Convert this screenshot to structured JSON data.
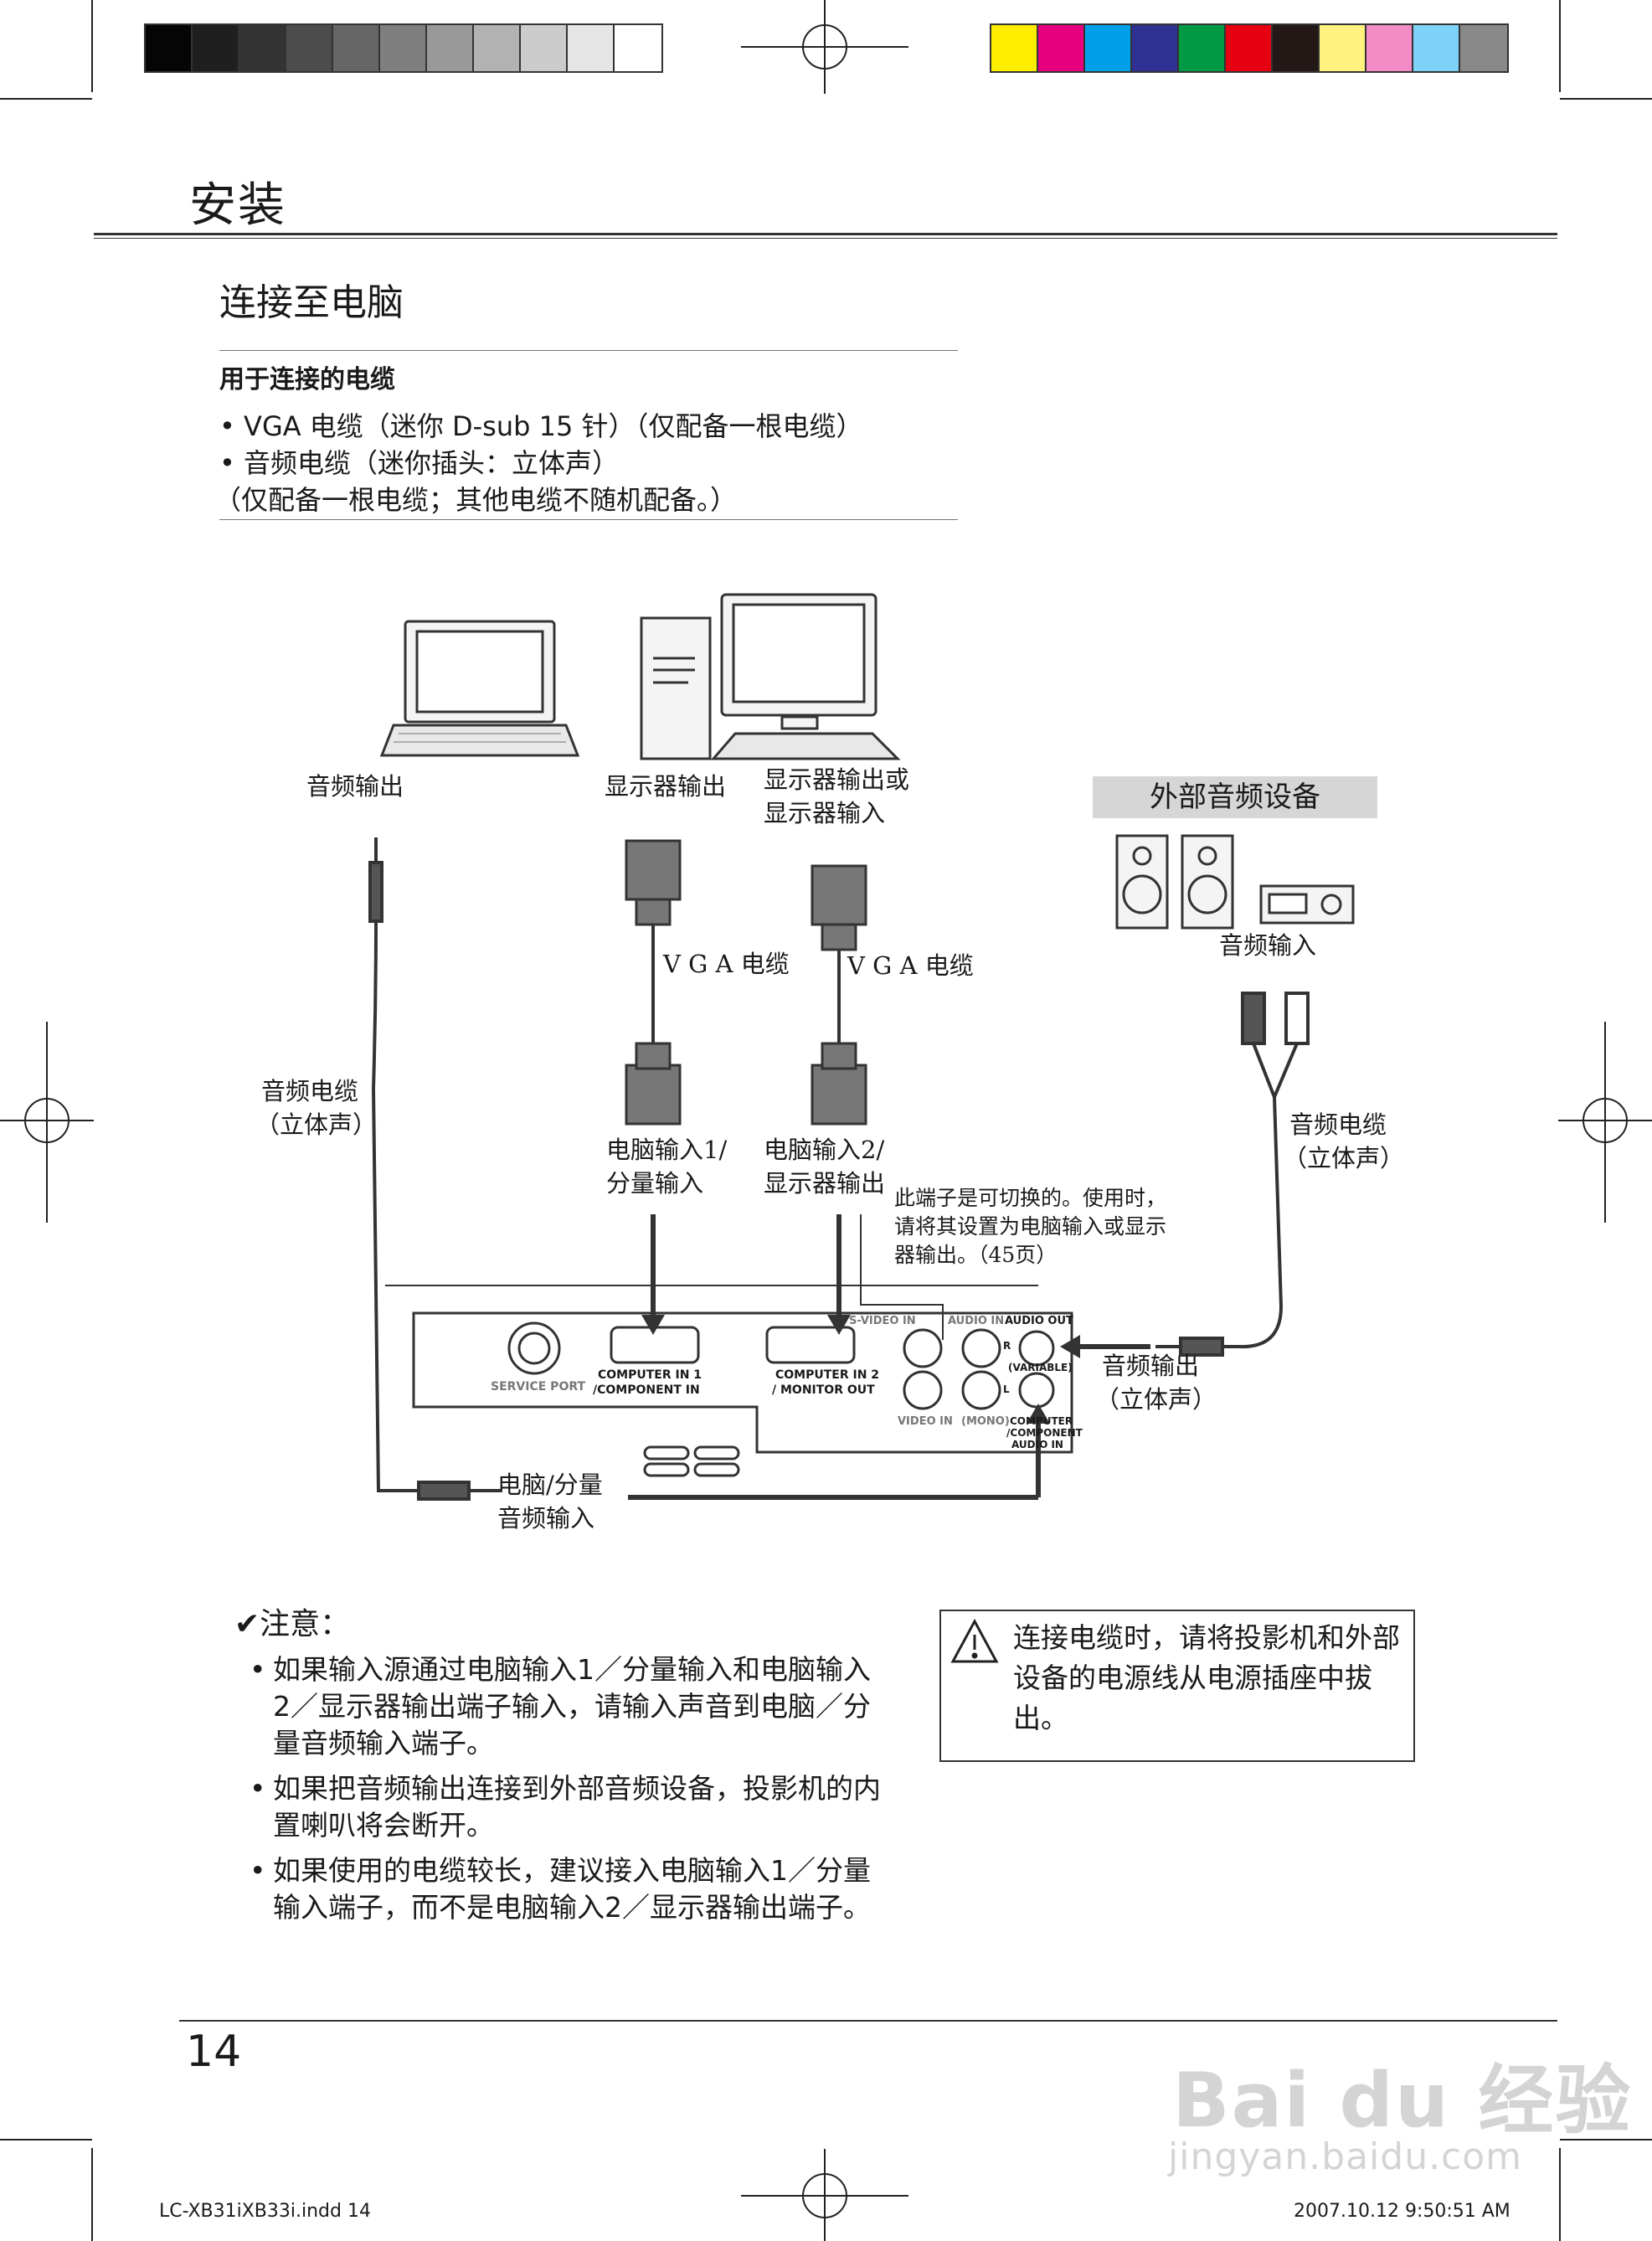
{
  "colors": {
    "grays": [
      "#050505",
      "#1f1f1f",
      "#333333",
      "#4c4c4c",
      "#666666",
      "#7f7f7f",
      "#999999",
      "#b2b2b2",
      "#cccccc",
      "#e6e6e6",
      "#ffffff"
    ],
    "process": [
      "#ffed00",
      "#e6007e",
      "#00a0e9",
      "#2e3192",
      "#009944",
      "#e60012",
      "#231815",
      "#fff27f",
      "#f38bc6",
      "#7fd2f7",
      "#898989"
    ],
    "label_bg": "#d6d6d6"
  },
  "header": {
    "section": "安装"
  },
  "page": {
    "subtitle": "连接至电脑",
    "number": "14"
  },
  "cables": {
    "heading": "用于连接的电缆",
    "line1": "• VGA 电缆（迷你 D-sub 15 针）（仅配备一根电缆）",
    "line2": "• 音频电缆（迷你插头：立体声）",
    "line3": "（仅配备一根电缆；其他电缆不随机配备。）"
  },
  "diagram": {
    "audio_out_pc": "音频输出",
    "monitor_out": "显示器输出",
    "monitor_out_in_1": "显示器输出或",
    "monitor_out_in_2": "显示器输入",
    "external_audio": "外部音频设备",
    "audio_in": "音频输入",
    "vga_cable_1": "V G A  电缆",
    "vga_cable_2": "V G A  电缆",
    "audio_cable_left_1": "音频电缆",
    "audio_cable_left_2": "（立体声）",
    "audio_cable_right_1": "音频电缆",
    "audio_cable_right_2": "（立体声）",
    "computer_in1_1": "电脑输入1/",
    "computer_in1_2": "分量输入",
    "computer_in2_1": "电脑输入2/",
    "computer_in2_2": "显示器输出",
    "switch_note_1": "此端子是可切换的。使用时，",
    "switch_note_2": "请将其设置为电脑输入或显示",
    "switch_note_3": "器输出。（45页）",
    "audio_out_1": "音频输出",
    "audio_out_2": "（立体声）",
    "pc_audio_in_1": "电脑/分量",
    "pc_audio_in_2": "音频输入",
    "panel": {
      "service_port": "SERVICE PORT",
      "comp_in1_a": "COMPUTER IN 1",
      "comp_in1_b": "/COMPONENT IN",
      "comp_in2_a": "COMPUTER IN 2",
      "comp_in2_b": "/ MONITOR OUT",
      "s_video_in": "S-VIDEO IN",
      "audio_in_lbl": "AUDIO IN",
      "audio_out_lbl": "AUDIO OUT",
      "variable": "(VARIABLE)",
      "r": "R",
      "l": "L",
      "video_in": "VIDEO IN",
      "mono": "(MONO)",
      "pc_comp_audio_a": "COMPUTER",
      "pc_comp_audio_b": "/COMPONENT",
      "pc_comp_audio_c": "AUDIO IN"
    }
  },
  "notes": {
    "title": "✔注意：",
    "items": [
      "如果输入源通过电脑输入1／分量输入和电脑输入2／显示器输出端子输入，请输入声音到电脑／分量音频输入端子。",
      "如果把音频输出连接到外部音频设备，投影机的内置喇叭将会断开。",
      "如果使用的电缆较长，建议接入电脑输入1／分量输入端子，而不是电脑输入2／显示器输出端子。"
    ]
  },
  "warning": {
    "text": "连接电缆时，请将投影机和外部设备的电源线从电源插座中拔出。"
  },
  "footer": {
    "left": "LC-XB31iXB33i.indd   14",
    "right": "2007.10.12   9:50:51 AM"
  },
  "watermark": {
    "brand": "Bai du 经验",
    "url": "jingyan.baidu.com"
  }
}
